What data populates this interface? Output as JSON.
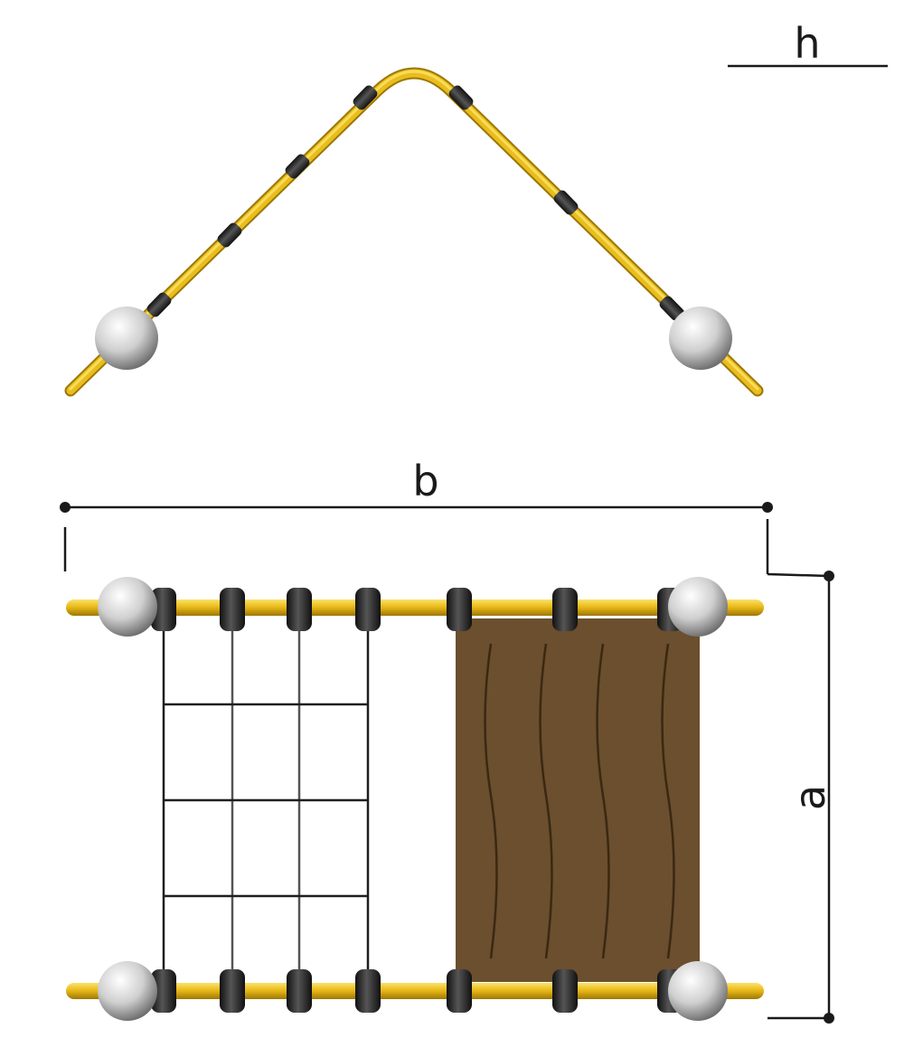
{
  "labels": {
    "height": "h",
    "width": "b",
    "depth": "a"
  },
  "colors": {
    "bar": "#e6b514",
    "bar_highlight": "#fbe36a",
    "bar_shadow": "#9c7707",
    "clamp": "#222222",
    "ball": "#c9c9c9",
    "panel": "#6b4f2e",
    "panel_groove": "#3a2814",
    "net": "#1e1e1e",
    "dimension_line": "#1a1a1a"
  },
  "parts": {
    "net_columns": 4,
    "net_rows": 4,
    "panel_boards": 4
  }
}
